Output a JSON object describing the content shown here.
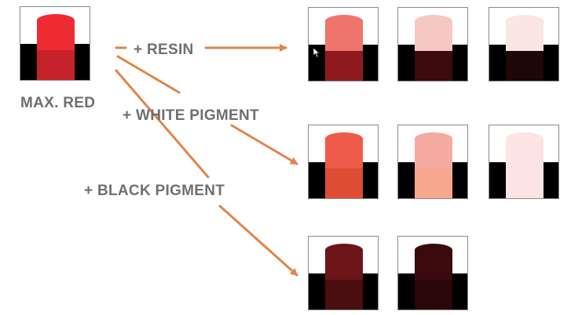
{
  "source_label": "MAX. RED",
  "labels": {
    "resin": "+ RESIN",
    "white": "+ WHITE PIGMENT",
    "black": "+ BLACK PIGMENT"
  },
  "colors": {
    "arrow": "#e0844a",
    "text": "#6f6f6f",
    "source": {
      "top": "#ee2b31",
      "bottom": "#c52329"
    },
    "resin_row": [
      {
        "top": "#ef746c",
        "bottom": "#8f1a1e"
      },
      {
        "top": "#f6c8c4",
        "bottom": "#3b0b0d"
      },
      {
        "top": "#fbe6e4",
        "bottom": "#1e0708"
      }
    ],
    "white_row": [
      {
        "top": "#f05a48",
        "bottom": "#de4c34"
      },
      {
        "top": "#f5aaa2",
        "bottom": "#f7a78c"
      },
      {
        "top": "#fbe4e3",
        "bottom": "#fbe4e3"
      }
    ],
    "black_row": [
      {
        "top": "#6e1518",
        "bottom": "#4a0e10"
      },
      {
        "top": "#3a0a0d",
        "bottom": "#2a0709"
      }
    ]
  }
}
